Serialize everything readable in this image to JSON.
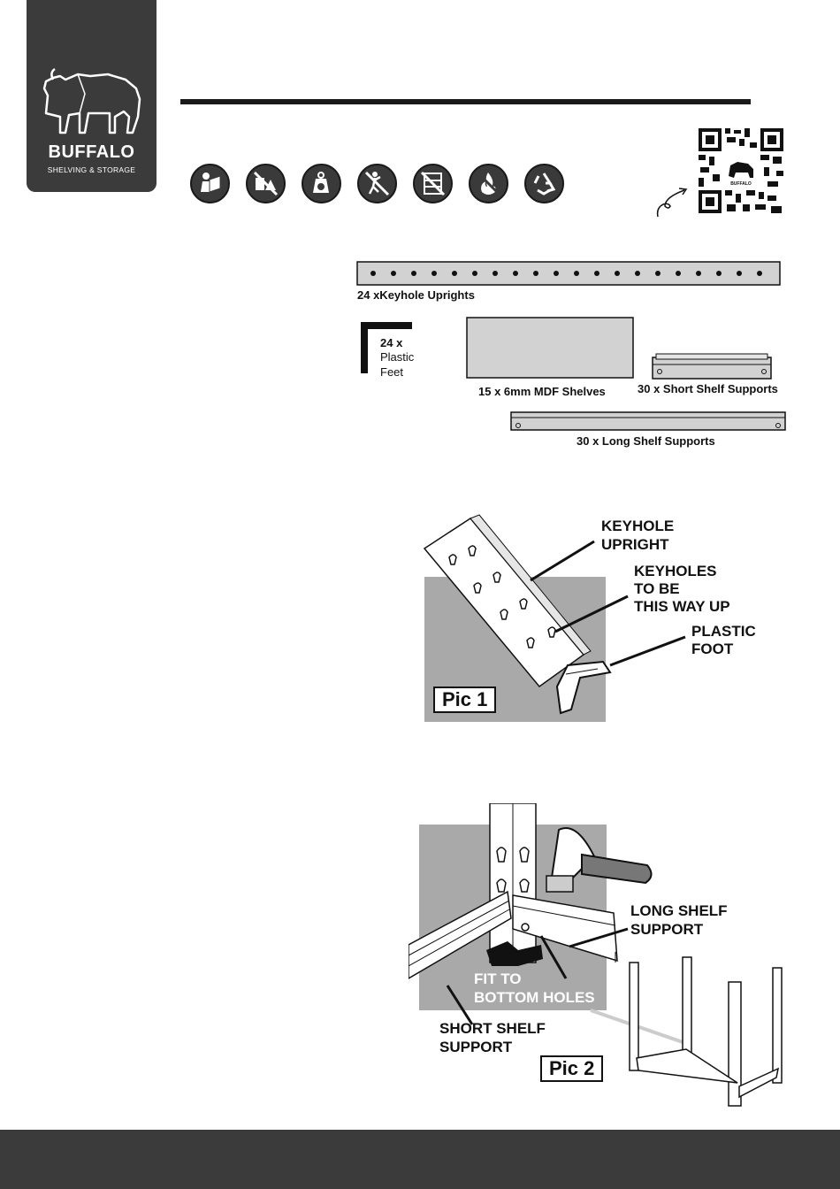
{
  "brand": {
    "name": "BUFFALO",
    "tagline": "SHELVING & STORAGE"
  },
  "safety_icons": [
    "read-manual-icon",
    "no-weight-shift-icon",
    "max-load-icon",
    "no-climbing-icon",
    "no-overload-shelf-icon",
    "no-fire-icon",
    "recycle-icon"
  ],
  "qr": {
    "logo_text": "BUFFALO"
  },
  "parts": {
    "uprights": "24 xKeyhole Uprights",
    "feet_line1": "24 x",
    "feet_line2": "Plastic",
    "feet_line3": "Feet",
    "shelves": "15 x 6mm MDF Shelves",
    "short_supports": "30 x Short Shelf Supports",
    "long_supports": "30 x Long Shelf Supports"
  },
  "pic1": {
    "label": "Pic 1",
    "keyhole_upright_1": "KEYHOLE",
    "keyhole_upright_2": "UPRIGHT",
    "keyholes_1": "KEYHOLES",
    "keyholes_2": "TO BE",
    "keyholes_3": "THIS WAY UP",
    "foot_1": "PLASTIC",
    "foot_2": "FOOT"
  },
  "pic2": {
    "label": "Pic 2",
    "long_1": "LONG SHELF",
    "long_2": "SUPPORT",
    "fit_1": "FIT TO",
    "fit_2": "BOTTOM HOLES",
    "short_1": "SHORT SHELF",
    "short_2": "SUPPORT"
  },
  "colors": {
    "dark": "#3b3b3b",
    "grey_panel": "#a9a9a9",
    "light_grey": "#d2d2d2"
  }
}
